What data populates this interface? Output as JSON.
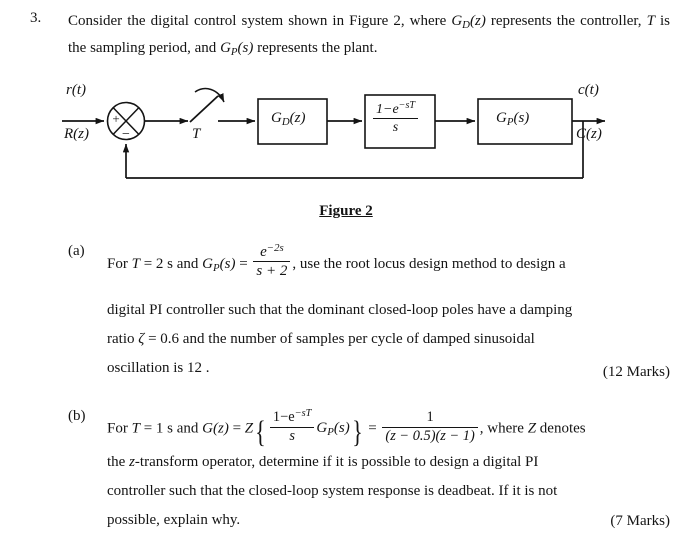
{
  "question": {
    "number": "3.",
    "stem_part1": "Consider the digital control system shown in Figure 2, where ",
    "stem_gd": "G",
    "stem_gd_sub": "D",
    "stem_gd_arg": "(z)",
    "stem_part2": " represents the controller, ",
    "stem_T": "T",
    "stem_part3": " is the sampling period, and ",
    "stem_gp": "G",
    "stem_gp_sub": "P",
    "stem_gp_arg": "(s)",
    "stem_part4": " represents the plant."
  },
  "figure": {
    "caption": "Figure 2",
    "input_label_top": "r(t)",
    "input_label_bottom": "R(z)",
    "sum_plus": "+",
    "sum_minus": "−",
    "sampler_label": "T",
    "controller_block": "G",
    "controller_block_sub": "D",
    "controller_block_arg": "(z)",
    "zoh_numerator": "1−e",
    "zoh_numerator_sup": "−sT",
    "zoh_denominator": "s",
    "plant_block": "G",
    "plant_block_sub": "P",
    "plant_block_arg": "(s)",
    "output_label_top": "c(t)",
    "output_label_bottom": "C(z)"
  },
  "parts": [
    {
      "label": "(a)",
      "line1_a": "For ",
      "line1_T": "T",
      "line1_eq": " = 2 s",
      "line1_b": " and ",
      "line1_gp": "G",
      "line1_gp_sub": "P",
      "line1_gp_arg": "(s)",
      "line1_equals": " = ",
      "frac_num": "e",
      "frac_num_sup": "−2s",
      "frac_den": "s + 2",
      "line1_c": ", use the root locus design method to design a",
      "body": "digital PI controller such that the dominant closed-loop poles have a damping ratio ζ = 0.6 and the number of samples per cycle of damped sinusoidal oscillation is 12 .",
      "body_line1": "digital PI controller such that the dominant closed-loop poles have a damping",
      "body_line2_a": "ratio ",
      "body_line2_zeta": "ζ",
      "body_line2_b": " = 0.6",
      "body_line2_c": " and the number of samples per cycle of damped sinusoidal",
      "body_line3": "oscillation is 12 .",
      "marks": "(12 Marks)"
    },
    {
      "label": "(b)",
      "line1_a": "For ",
      "line1_T": "T",
      "line1_eq": " = 1 s",
      "line1_b": " and ",
      "line1_G": "G",
      "line1_G_arg": "(z)",
      "line1_equals": " = ",
      "line1_Z": "Z",
      "zoh_num": "1−e",
      "zoh_num_sup": "−sT",
      "zoh_den": "s",
      "line1_gp": "G",
      "line1_gp_sub": "P",
      "line1_gp_arg": "(s)",
      "line1_equals2": " = ",
      "result_num": "1",
      "result_den": "(z − 0.5)(z − 1)",
      "line1_c": ", where ",
      "line1_Z2": "Z",
      "line1_d": " denotes",
      "body_line1_a": "the ",
      "body_line1_z": "z",
      "body_line1_b": "-transform operator, determine if it is possible to design a digital PI",
      "body_line2": "controller such that the closed-loop system response is deadbeat.  If it is not",
      "body_line3": "possible, explain why.",
      "marks": "(7 Marks)"
    }
  ]
}
